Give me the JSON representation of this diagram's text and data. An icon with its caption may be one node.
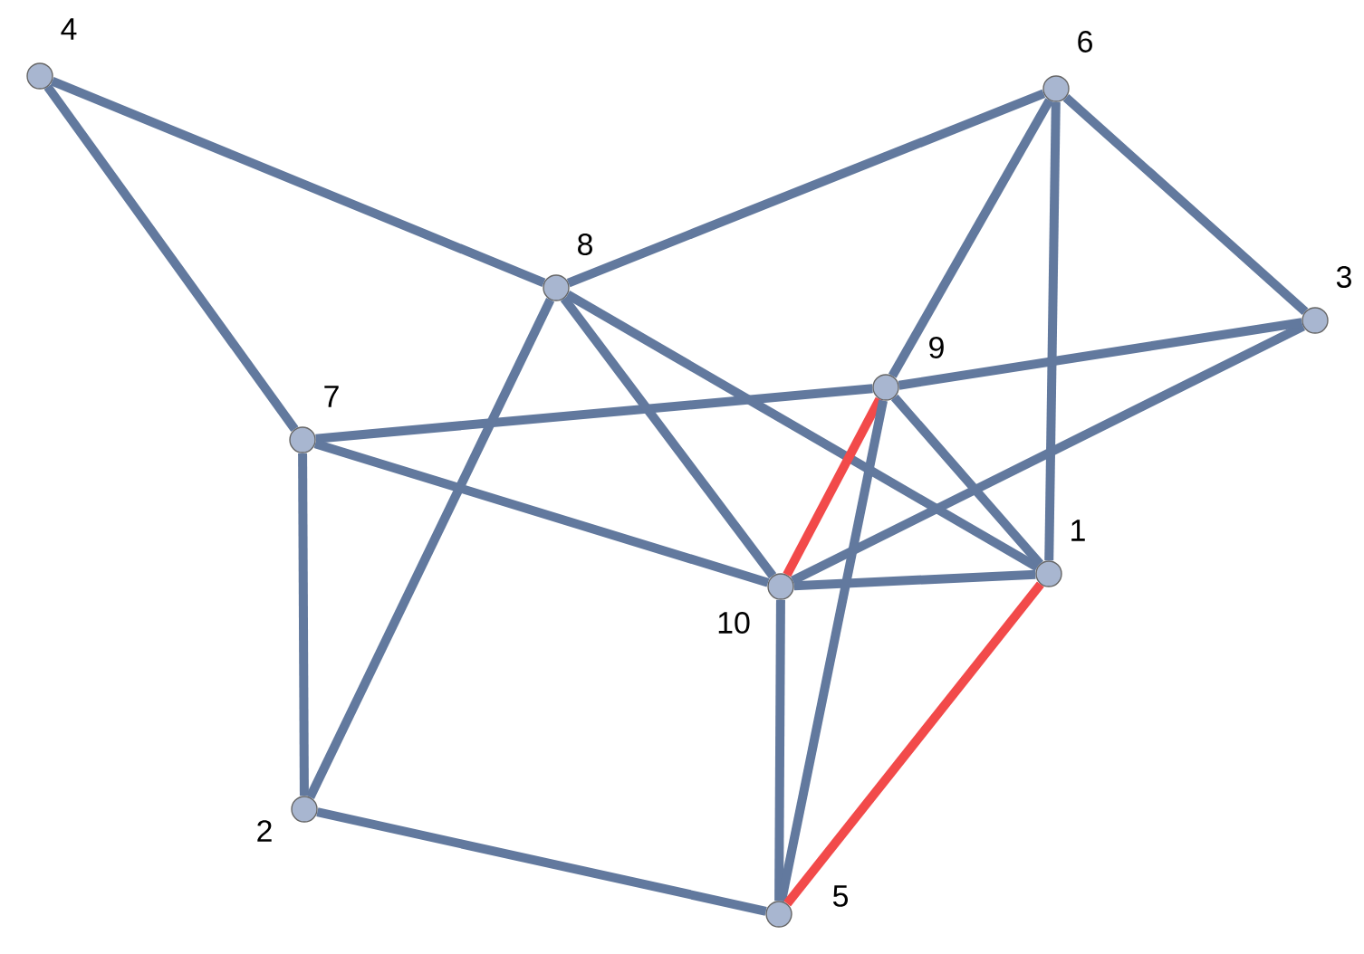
{
  "diagram": {
    "nodes": [
      {
        "text": [
          "1"
        ]
      },
      {
        "text": [
          "2"
        ]
      },
      {
        "text": [
          "3"
        ]
      },
      {
        "text": [
          "4"
        ]
      },
      {
        "text": [
          "5"
        ]
      },
      {
        "text": [
          "6"
        ]
      },
      {
        "text": [
          "7"
        ]
      },
      {
        "text": [
          "8"
        ]
      },
      {
        "text": [
          "9"
        ]
      },
      {
        "text": [
          "10"
        ]
      }
    ],
    "edges": [
      {
        "from": 3,
        "to": 7,
        "arrow": "none"
      },
      {
        "from": 3,
        "to": 6,
        "arrow": "none"
      },
      {
        "from": 7,
        "to": 5,
        "arrow": "none"
      },
      {
        "from": 5,
        "to": 8,
        "arrow": "none"
      },
      {
        "from": 5,
        "to": 0,
        "arrow": "none"
      },
      {
        "from": 5,
        "to": 2,
        "arrow": "none"
      },
      {
        "from": 2,
        "to": 9,
        "arrow": "none"
      },
      {
        "from": 6,
        "to": 8,
        "arrow": "none"
      },
      {
        "from": 8,
        "to": 2,
        "arrow": "none"
      },
      {
        "from": 7,
        "to": 9,
        "arrow": "none"
      },
      {
        "from": 7,
        "to": 0,
        "arrow": "none"
      },
      {
        "from": 7,
        "to": 1,
        "arrow": "none"
      },
      {
        "from": 6,
        "to": 9,
        "arrow": "none"
      },
      {
        "from": 6,
        "to": 1,
        "arrow": "none"
      },
      {
        "from": 1,
        "to": 4,
        "arrow": "none"
      },
      {
        "from": 9,
        "to": 4,
        "arrow": "none"
      },
      {
        "from": 9,
        "to": 0,
        "arrow": "none"
      },
      {
        "from": 8,
        "to": 9,
        "arrow": "none",
        "color": "#f24a4a"
      },
      {
        "from": 8,
        "to": 0,
        "arrow": "none"
      },
      {
        "from": 8,
        "to": 4,
        "arrow": "none"
      },
      {
        "from": 0,
        "to": 4,
        "arrow": "none",
        "color": "#f24a4a"
      }
    ]
  }
}
